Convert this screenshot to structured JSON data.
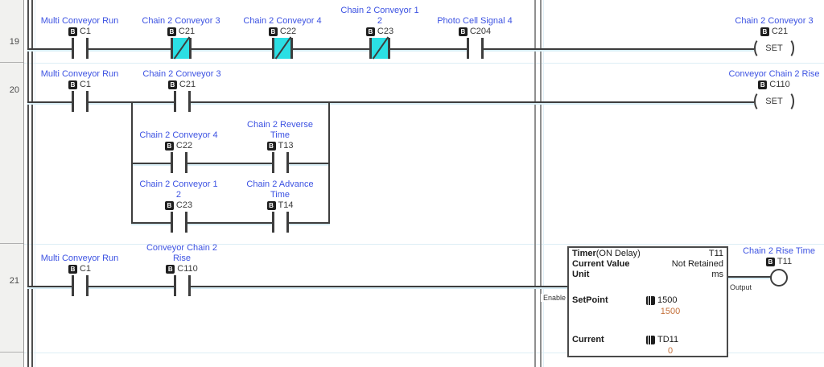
{
  "colors": {
    "nickname_blue": "#3C52E2",
    "energized_cyan": "#2BDFE4",
    "value_orange": "#C4703A",
    "wire": "#3d3d3d"
  },
  "icons": {
    "bit_label": "B"
  },
  "margin": {
    "rungs": [
      {
        "number": "19"
      },
      {
        "number": "20"
      },
      {
        "number": "21"
      }
    ]
  },
  "rung19": {
    "contacts": {
      "c1": {
        "nickname": "Multi Conveyor Run",
        "address": "C1"
      },
      "c21": {
        "nickname": "Chain 2 Conveyor 3",
        "address": "C21"
      },
      "c22": {
        "nickname": "Chain 2 Conveyor 4",
        "address": "C22"
      },
      "c23": {
        "nickname": "Chain 2 Conveyor 1\n2",
        "address": "C23"
      },
      "c204": {
        "nickname": "Photo Cell Signal 4",
        "address": "C204"
      }
    },
    "coil": {
      "nickname": "Chain 2 Conveyor 3",
      "address": "C21",
      "action": "SET"
    }
  },
  "rung20": {
    "contacts": {
      "c1": {
        "nickname": "Multi Conveyor Run",
        "address": "C1"
      },
      "c21": {
        "nickname": "Chain 2 Conveyor 3",
        "address": "C21"
      },
      "c22": {
        "nickname": "Chain 2 Conveyor 4",
        "address": "C22"
      },
      "t13": {
        "nickname": "Chain 2 Reverse\nTime",
        "address": "T13"
      },
      "c23": {
        "nickname": "Chain 2 Conveyor 1\n2",
        "address": "C23"
      },
      "t14": {
        "nickname": "Chain 2 Advance\nTime",
        "address": "T14"
      }
    },
    "coil": {
      "nickname": "Conveyor Chain 2 Rise",
      "address": "C110",
      "action": "SET"
    }
  },
  "rung21": {
    "contacts": {
      "c1": {
        "nickname": "Multi Conveyor Run",
        "address": "C1"
      },
      "c110": {
        "nickname": "Conveyor Chain 2\nRise",
        "address": "C110"
      }
    },
    "timer": {
      "name": "Timer",
      "mode": "(ON Delay)",
      "id": "T11",
      "current_value_label": "Current Value",
      "current_value": "Not Retained",
      "unit_label": "Unit",
      "unit": "ms",
      "setpoint_label": "SetPoint",
      "setpoint_address": "1500",
      "setpoint_live": "1500",
      "current_label": "Current",
      "current_address": "TD11",
      "current_live": "0",
      "enable_label": "Enable",
      "output_label": "Output"
    },
    "coil": {
      "nickname": "Chain 2 Rise Time",
      "address": "T11"
    }
  }
}
